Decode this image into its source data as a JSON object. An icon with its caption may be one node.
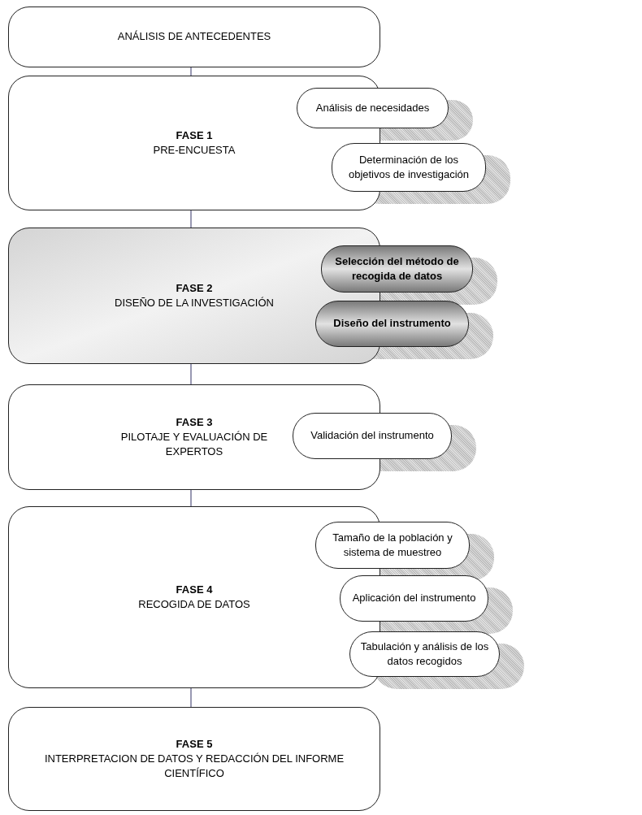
{
  "diagram": {
    "nodes": [
      {
        "text": [
          "ANÁLISIS DE ANTECEDENTES"
        ]
      },
      {
        "text": [
          "FASE 1",
          "PRE-ENCUESTA"
        ]
      },
      {
        "text": [
          "Análisis de necesidades"
        ]
      },
      {
        "text": [
          "Determinación de los objetivos de investigación"
        ]
      },
      {
        "text": [
          "FASE 2",
          "DISEÑO DE LA INVESTIGACIÓN"
        ]
      },
      {
        "text": [
          "Selección del método de recogida de datos"
        ]
      },
      {
        "text": [
          "Diseño del instrumento"
        ]
      },
      {
        "text": [
          "FASE 3",
          "PILOTAJE Y EVALUACIÓN DE EXPERTOS"
        ]
      },
      {
        "text": [
          "Validación del instrumento"
        ]
      },
      {
        "text": [
          "FASE 4",
          "RECOGIDA DE DATOS"
        ]
      },
      {
        "text": [
          "Tamaño de la población y sistema de muestreo"
        ]
      },
      {
        "text": [
          "Aplicación del instrumento"
        ]
      },
      {
        "text": [
          "Tabulación y análisis de los datos recogidos"
        ]
      },
      {
        "text": [
          "FASE 5",
          "INTERPRETACION DE DATOS Y REDACCIÓN DEL INFORME CIENTÍFICO"
        ]
      }
    ],
    "edges": [
      {
        "from": 0,
        "to": 1,
        "arrow": "none"
      },
      {
        "from": 1,
        "to": 4,
        "arrow": "none"
      },
      {
        "from": 4,
        "to": 7,
        "arrow": "none"
      },
      {
        "from": 7,
        "to": 9,
        "arrow": "none"
      },
      {
        "from": 9,
        "to": 13,
        "arrow": "none"
      }
    ]
  }
}
